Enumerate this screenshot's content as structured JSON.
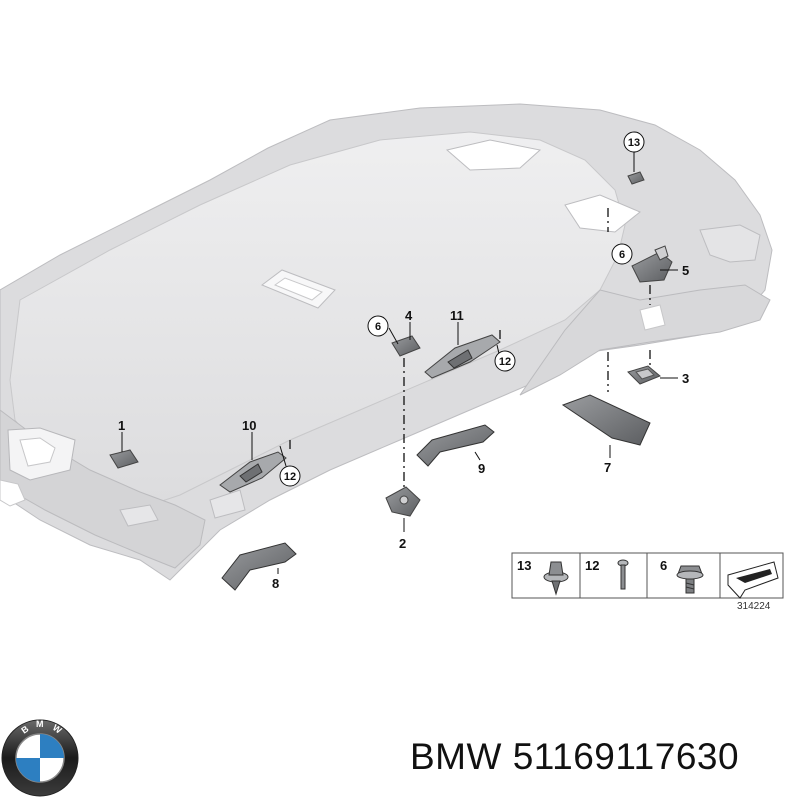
{
  "diagram": {
    "callouts": [
      {
        "id": "c1",
        "label": "1"
      },
      {
        "id": "c2",
        "label": "2"
      },
      {
        "id": "c3",
        "label": "3"
      },
      {
        "id": "c4",
        "label": "4"
      },
      {
        "id": "c5",
        "label": "5"
      },
      {
        "id": "c7",
        "label": "7"
      },
      {
        "id": "c8",
        "label": "8"
      },
      {
        "id": "c9",
        "label": "9"
      },
      {
        "id": "c10",
        "label": "10"
      },
      {
        "id": "c11",
        "label": "11"
      }
    ],
    "circled_callouts": [
      {
        "id": "cc13",
        "label": "13"
      },
      {
        "id": "cc6a",
        "label": "6"
      },
      {
        "id": "cc6b",
        "label": "6"
      },
      {
        "id": "cc12a",
        "label": "12"
      },
      {
        "id": "cc12b",
        "label": "12"
      }
    ]
  },
  "legend": {
    "cells": [
      {
        "label": "13",
        "part": "clip-rivet-icon"
      },
      {
        "label": "12",
        "part": "pin-icon"
      },
      {
        "label": "6",
        "part": "screw-icon"
      }
    ],
    "reference_number": "314224"
  },
  "brand": {
    "logo_letters": "BMW",
    "caption": "BMW 51169117630"
  },
  "colors": {
    "headliner": "#e9e9ea",
    "edge": "#c4c4c6",
    "part_dark": "#7d7f82",
    "brand_blue": "#2d7fc1"
  }
}
